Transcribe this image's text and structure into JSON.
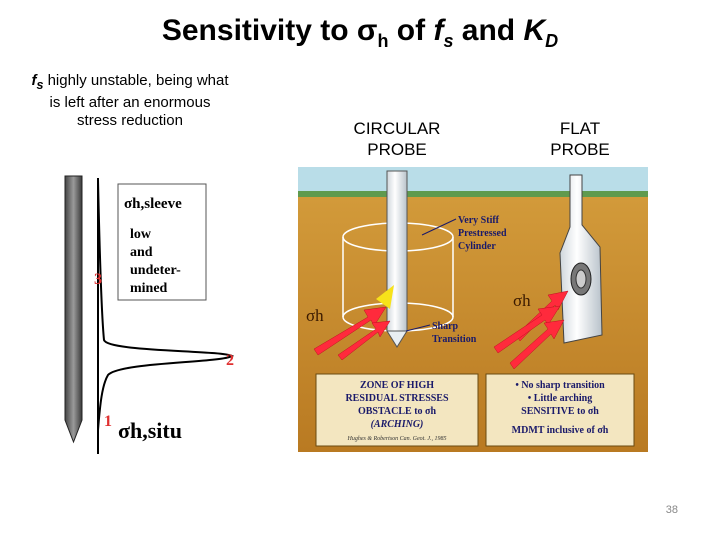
{
  "title": {
    "prefix": "Sensitivity to ",
    "sigma": "σ",
    "sigma_sub": "h",
    "of": " of ",
    "fs": "f",
    "fs_sub": "s",
    "and": " and ",
    "kd": "K",
    "kd_sub": "D"
  },
  "note": {
    "fs": "f",
    "fs_sub": "s",
    "text": " highly unstable, being what is left after an enormous stress reduction"
  },
  "left_diagram": {
    "box_title": "σh,sleeve",
    "box_lines": [
      "low",
      "and",
      "undeter-",
      "mined"
    ],
    "marker_3": "3",
    "marker_2": "2",
    "marker_1": "1",
    "situ_label": "σh,situ"
  },
  "probes": {
    "circular_line1": "CIRCULAR",
    "circular_line2": "PROBE",
    "flat_line1": "FLAT",
    "flat_line2": "PROBE"
  },
  "photo": {
    "label_stiff": [
      "Very Stiff",
      "Prestressed",
      "Cylinder"
    ],
    "label_sharp": [
      "Sharp",
      "Transition"
    ],
    "sigma_left": "σh",
    "sigma_right": "σh",
    "box_left": [
      "ZONE OF HIGH",
      "RESIDUAL STRESSES",
      "OBSTACLE to σh",
      "(ARCHING)"
    ],
    "box_left_credit": "Hughes & Robertson Can. Geot. J., 1985",
    "box_right": [
      "• No sharp transition",
      "• Little arching",
      "SENSITIVE to σh",
      "MDMT inclusive of σh"
    ]
  },
  "page_number": "38",
  "colors": {
    "marker_red": "#e03030",
    "sky": "#b9dde8",
    "soil": "#c98a2c",
    "arrow_red": "#ff2a3c"
  }
}
